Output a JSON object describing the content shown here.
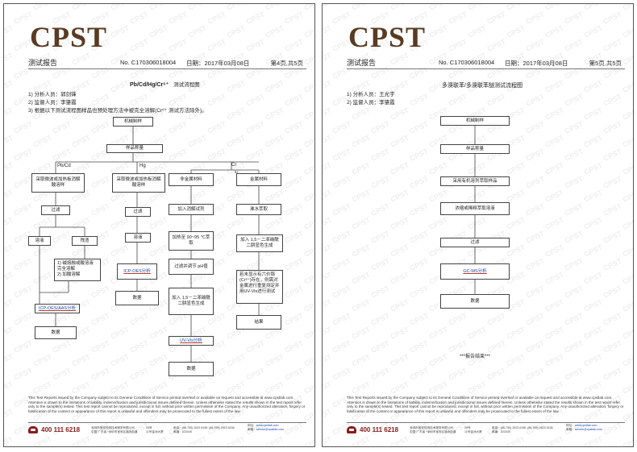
{
  "page1": {
    "logo": "CPST",
    "header": {
      "title": "测试报告",
      "report_no": "No. C170306018004",
      "date": "日期：2017年03月08日",
      "page": "第4页,共5页"
    },
    "section_title": "Pb/Cd/Hg/Cr⁶⁺",
    "section_subtitle": "测试流程图",
    "info": [
      "1)  分析人员：郭剑锋",
      "2)  监督人员：李肇霞",
      "3)  根据以下测试流程图样品也预处理方法中被完全溶解(Cr⁶⁺ 测试方法除外)。"
    ],
    "flow": {
      "start": "机械制样",
      "weigh": "样品称量",
      "branch_pbcd": "Pb/Cd",
      "branch_hg": "Hg",
      "branch_cr": "Cr",
      "branch_cr_sup": "6+",
      "pbcd_1": "采取微波或加热板消解酸溶样",
      "hg_1": "采取微波或加热板消解酸溶样",
      "cr_metal": "非金属材料",
      "cr_nonmetal": "金属材料",
      "pbcd_filter": "过滤",
      "hg_filter": "过滤",
      "cr_a2": "加入消解试剂",
      "cr_b2": "沸水萃取",
      "pbcd_solution": "溶液",
      "pbcd_residue": "残渣",
      "hg_solution": "溶液",
      "cr_a3": "加热至 90~95 ℃萃取",
      "cr_b3": "加入 1,5－二苯碳酰二肼显色生成",
      "pbcd_residue_steps": "1)  碱熔融或酸溶液完全溶解\n2)  加酸溶解",
      "hg_icp": "ICP-OES分析",
      "cr_a4": "过滤并调节 pH值",
      "cr_b4": "若未显示有六价铬(Cr⁶⁺)存在，则需对金属进行重复测定并用UV-Vis进行测试",
      "pbcd_icp": "ICP-OES/AAS分析",
      "hg_data": "数据",
      "cr_a5": "加入 1,5－二苯碳酰二肼显色生成",
      "cr_b5": "结果",
      "pbcd_data": "数据",
      "cr_uv": "UV-Vis分析",
      "cr_data": "数据"
    },
    "disclaimer": "This Test Reports issued by the Company subject to its General Conditions of Service printed overleaf or available on request and accessible at www.cpstlab.com. Attention is drawn to the limitations of liability, indemnification and jurisdictional issues defined therein. Unless otherwise stated the results shown in the test report refer only to the sample(s) tested. This test report cannot be reproduced, except in full, without prior written permission of the Company. Any unauthorized alteration, forgery or falsification of the content or appearance of this report is unlawful and offenders may be prosecuted to the fullest extent of the law.",
    "footer": {
      "phone": "400 111 6218",
      "c1a": "深圳市宝安检测技术服务有限公司",
      "c1b": "中国·广东省 *深圳市宝安区福永街道",
      "c2a": "28号",
      "c2b": "11号金洲大厦",
      "c3a": "电话：(86-755) 2623 6156",
      "c3b": "邮编：",
      "c3c": "523345",
      "c4a": "(86-755) 2623 6156",
      "c5a": "网址：",
      "c5b": "www.cpstlab.com",
      "c5c": "邮箱：",
      "c5d": "service@cpstlab.com"
    }
  },
  "page2": {
    "logo": "CPST",
    "header": {
      "title": "测试报告",
      "report_no": "No. C170306018004",
      "date": "日期：2017年03月08日",
      "page": "第5页,共5页"
    },
    "section_title": "多溴联苯/多溴联苯醚测试流程图",
    "info": [
      "1)  分析人员：王光宇",
      "2)  监督人员：李肇霞"
    ],
    "flow": {
      "s1": "机械制样",
      "s2": "样品称量",
      "s3": "采用有机溶剂萃取样品",
      "s4": "浓缩或稀释萃取溶液",
      "s5": "过滤",
      "s6": "GC-MS分析",
      "s7": "数据"
    },
    "end_text": "***报告结束***",
    "disclaimer": "This Test Reports issued by the Company subject to its General Conditions of Service printed overleaf or available on request and accessible at www.cpstlab.com. Attention is drawn to the limitations of liability, indemnification and jurisdictional issues defined therein. Unless otherwise stated the results shown in the test report refer only to the sample(s) tested. This test report cannot be reproduced, except in full, without prior written permission of the Company. Any unauthorized alteration, forgery or falsification of the content or appearance of this report is unlawful and offenders may be prosecuted to the fullest extent of the law.",
    "footer": {
      "phone": "400 111 6218",
      "c1a": "深圳市宝安检测技术服务有限公司",
      "c1b": "中国·广东省 *深圳市宝安区福永街道",
      "c2a": "28号",
      "c2b": "11号金洲大厦",
      "c3a": "电话：(86-755) 2623 6156",
      "c3b": "邮编：",
      "c3c": "523345",
      "c4a": "(86-755) 2623 6156",
      "c5a": "网址：",
      "c5b": "www.cpstlab.com",
      "c5c": "邮箱：",
      "c5d": "service@cpstlab.com"
    }
  },
  "colors": {
    "logo": "#5a3b22",
    "phone": "#8b1a1a",
    "link": "#1a3fb0",
    "underline": "#c0392b",
    "watermark": "#eeeeee"
  }
}
